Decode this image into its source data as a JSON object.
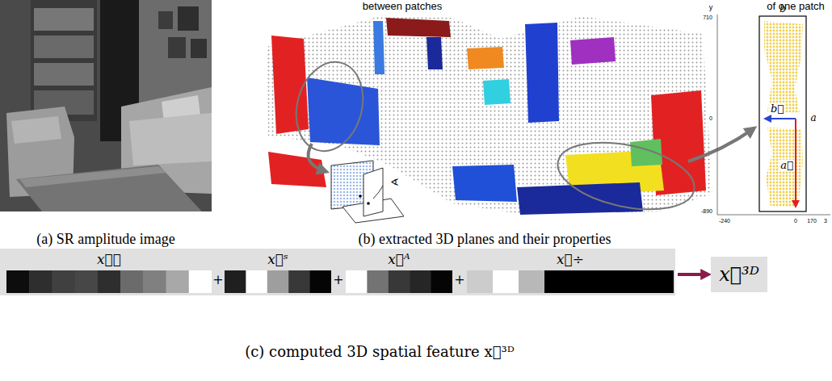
{
  "diagram": {
    "nodes": [
      {
        "text": [
          "+",
          "+",
          "+"
        ]
      },
      {
        "text": [
          "x⃗∢"
        ],
        "in": 0
      },
      {
        "text": [
          "x⃗ˢ"
        ],
        "in": 0
      },
      {
        "text": [
          "x⃗ᴬ"
        ],
        "in": 0
      },
      {
        "text": [
          "x⃗÷"
        ],
        "in": 0
      },
      {
        "text": [
          "x⃗³ᴰ"
        ]
      }
    ],
    "edges": [
      {
        "from": 0,
        "to": 5,
        "arrow": "to"
      }
    ],
    "labels": [
      "between patches",
      "of one patch",
      "(a) SR amplitude image",
      "(b) extracted 3D planes and their properties",
      "(c) computed 3D spatial feature x⃗³ᴰ",
      "∢",
      "y",
      "710",
      "0",
      "-890",
      "-240",
      "0",
      "170",
      "3",
      "b",
      "a",
      "b⃗",
      "a⃗"
    ]
  }
}
